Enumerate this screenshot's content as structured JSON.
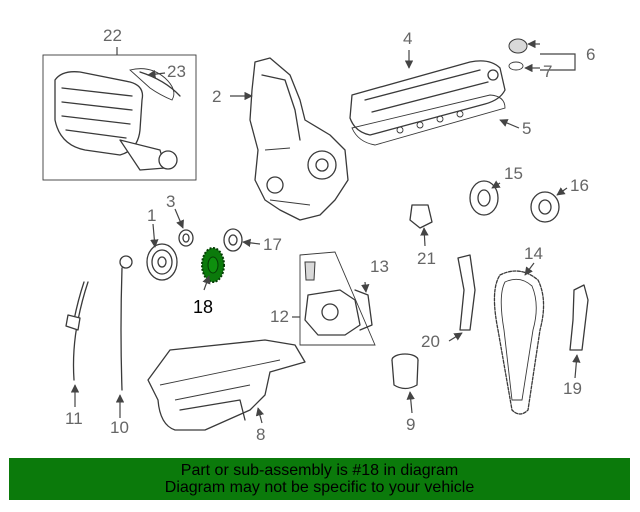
{
  "callouts": {
    "p1": "1",
    "p2": "2",
    "p3": "3",
    "p4": "4",
    "p5": "5",
    "p6": "6",
    "p7": "7",
    "p8": "8",
    "p9": "9",
    "p10": "10",
    "p11": "11",
    "p12": "12",
    "p13": "13",
    "p14": "14",
    "p15": "15",
    "p16": "16",
    "p17": "17",
    "p18": "18",
    "p19": "19",
    "p20": "20",
    "p21": "21",
    "p22": "22",
    "p23": "23"
  },
  "highlighted_part": "18",
  "colors": {
    "banner": "#0b7a0b",
    "highlight_part": "#0b7a0b",
    "callout_text": "#666666"
  },
  "footer": {
    "line1": "Part or sub-assembly is #18 in diagram",
    "line2": "Diagram may not be specific to your vehicle"
  }
}
